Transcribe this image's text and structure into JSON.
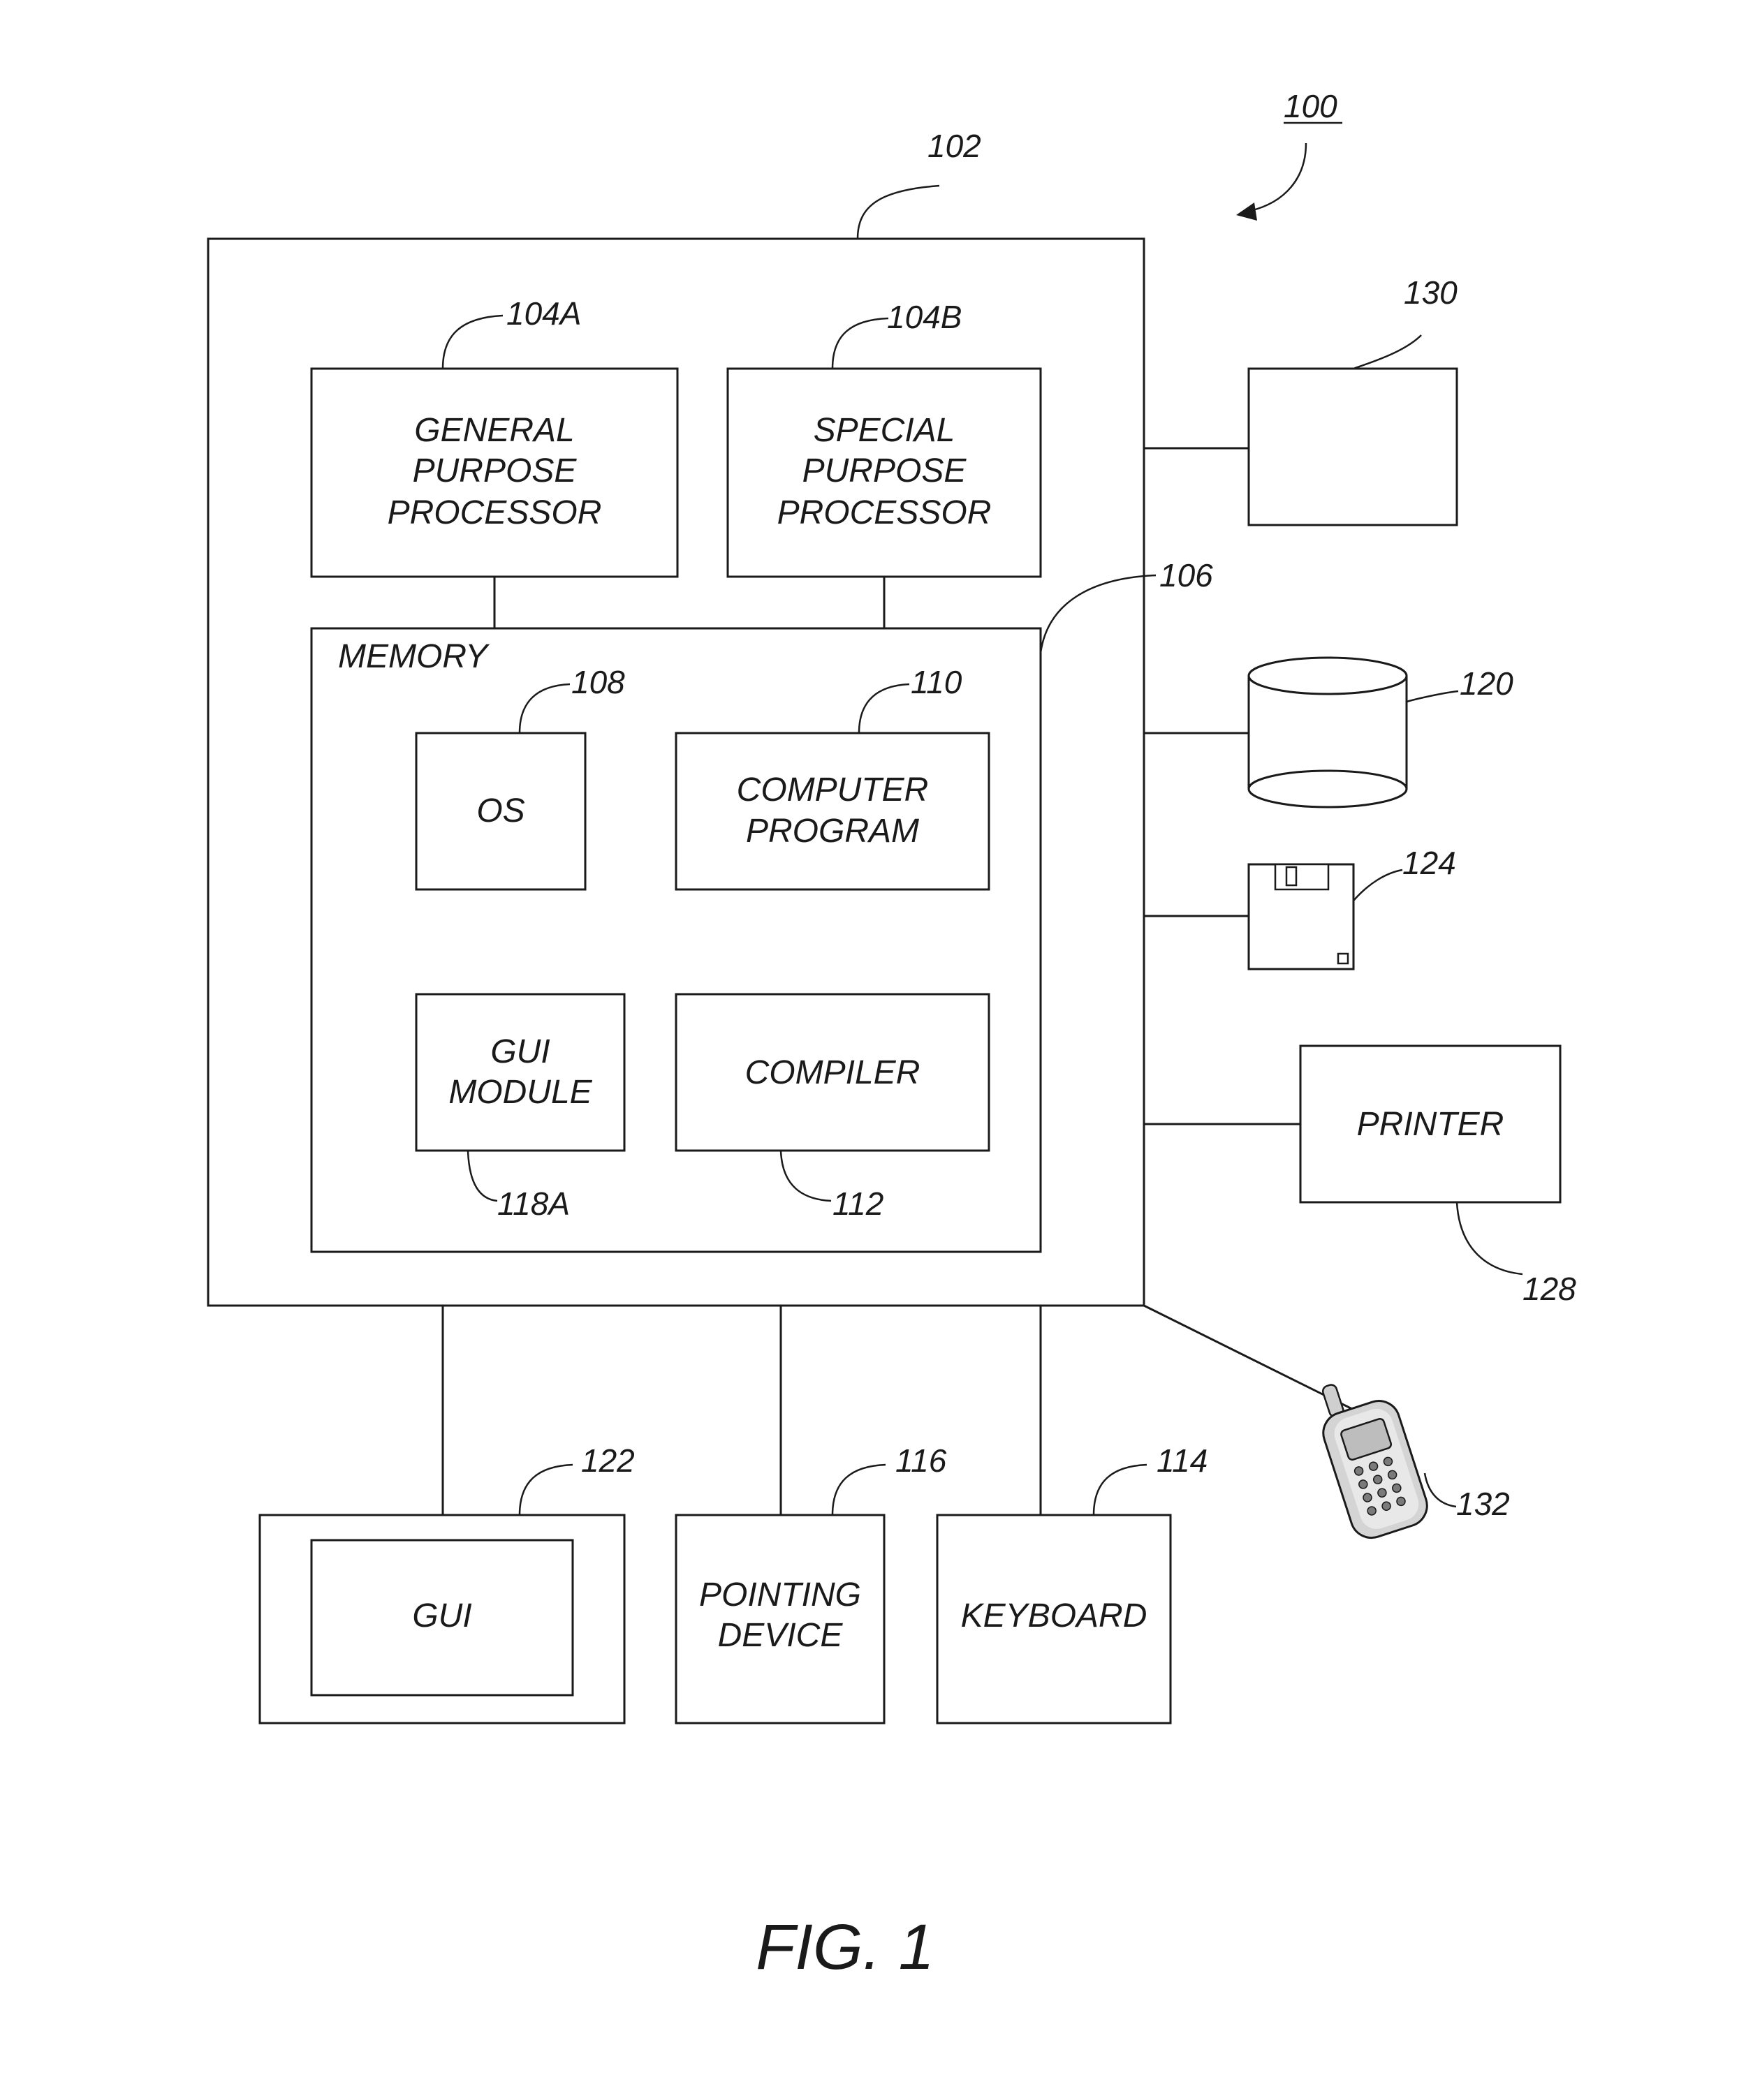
{
  "diagram": {
    "ref_100": "100",
    "ref_102": "102",
    "gp_processor": {
      "ref": "104A",
      "line1": "GENERAL",
      "line2": "PURPOSE",
      "line3": "PROCESSOR"
    },
    "sp_processor": {
      "ref": "104B",
      "line1": "SPECIAL",
      "line2": "PURPOSE",
      "line3": "PROCESSOR"
    },
    "memory": {
      "ref": "106",
      "label": "MEMORY"
    },
    "os": {
      "ref": "108",
      "label": "OS"
    },
    "computer_program": {
      "ref": "110",
      "line1": "COMPUTER",
      "line2": "PROGRAM"
    },
    "gui_module": {
      "ref": "118A",
      "line1": "GUI",
      "line2": "MODULE"
    },
    "compiler": {
      "ref": "112",
      "label": "COMPILER"
    },
    "device_130": {
      "ref": "130"
    },
    "storage": {
      "ref": "120"
    },
    "floppy": {
      "ref": "124"
    },
    "printer": {
      "ref": "128",
      "label": "PRINTER"
    },
    "phone": {
      "ref": "132"
    },
    "gui": {
      "ref": "122",
      "label": "GUI"
    },
    "pointing_device": {
      "ref": "116",
      "line1": "POINTING",
      "line2": "DEVICE"
    },
    "keyboard": {
      "ref": "114",
      "label": "KEYBOARD"
    },
    "figure_label": "FIG. 1"
  }
}
